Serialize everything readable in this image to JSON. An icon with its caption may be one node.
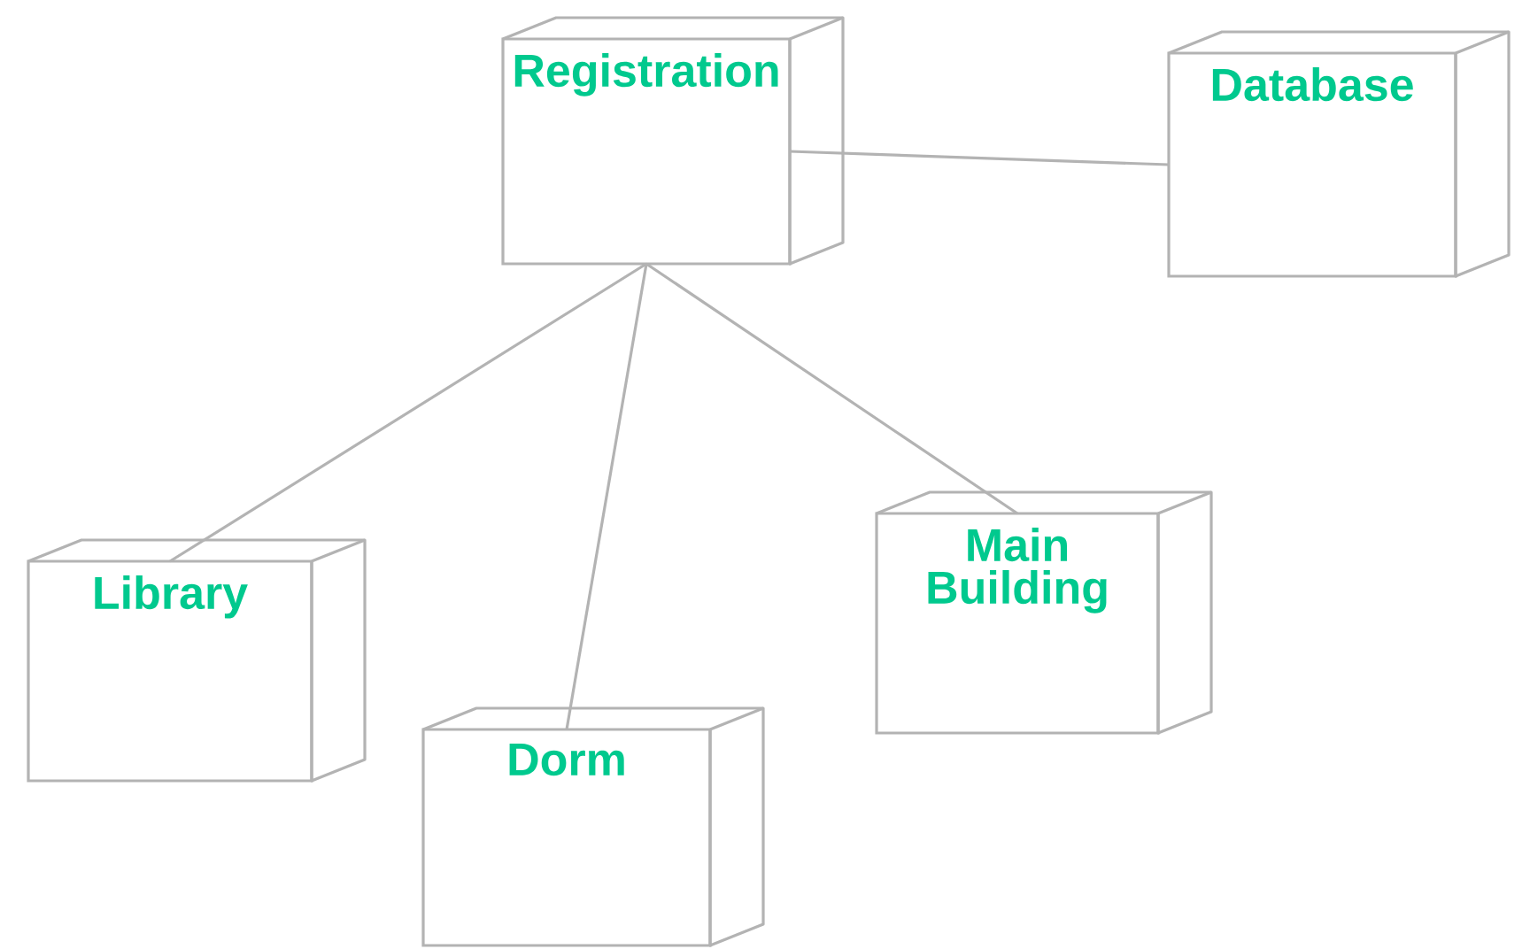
{
  "diagram": {
    "nodes": [
      {
        "text": [
          "Registration"
        ]
      },
      {
        "text": [
          "Database"
        ]
      },
      {
        "text": [
          "Library"
        ]
      },
      {
        "text": [
          "Dorm"
        ]
      },
      {
        "text": [
          "Main Building"
        ]
      }
    ],
    "edges": [
      {
        "from": 0,
        "to": 1,
        "arrow": "none"
      },
      {
        "from": 0,
        "to": 2,
        "arrow": "none"
      },
      {
        "from": 0,
        "to": 3,
        "arrow": "none"
      },
      {
        "from": 0,
        "to": 4,
        "arrow": "none"
      }
    ]
  }
}
